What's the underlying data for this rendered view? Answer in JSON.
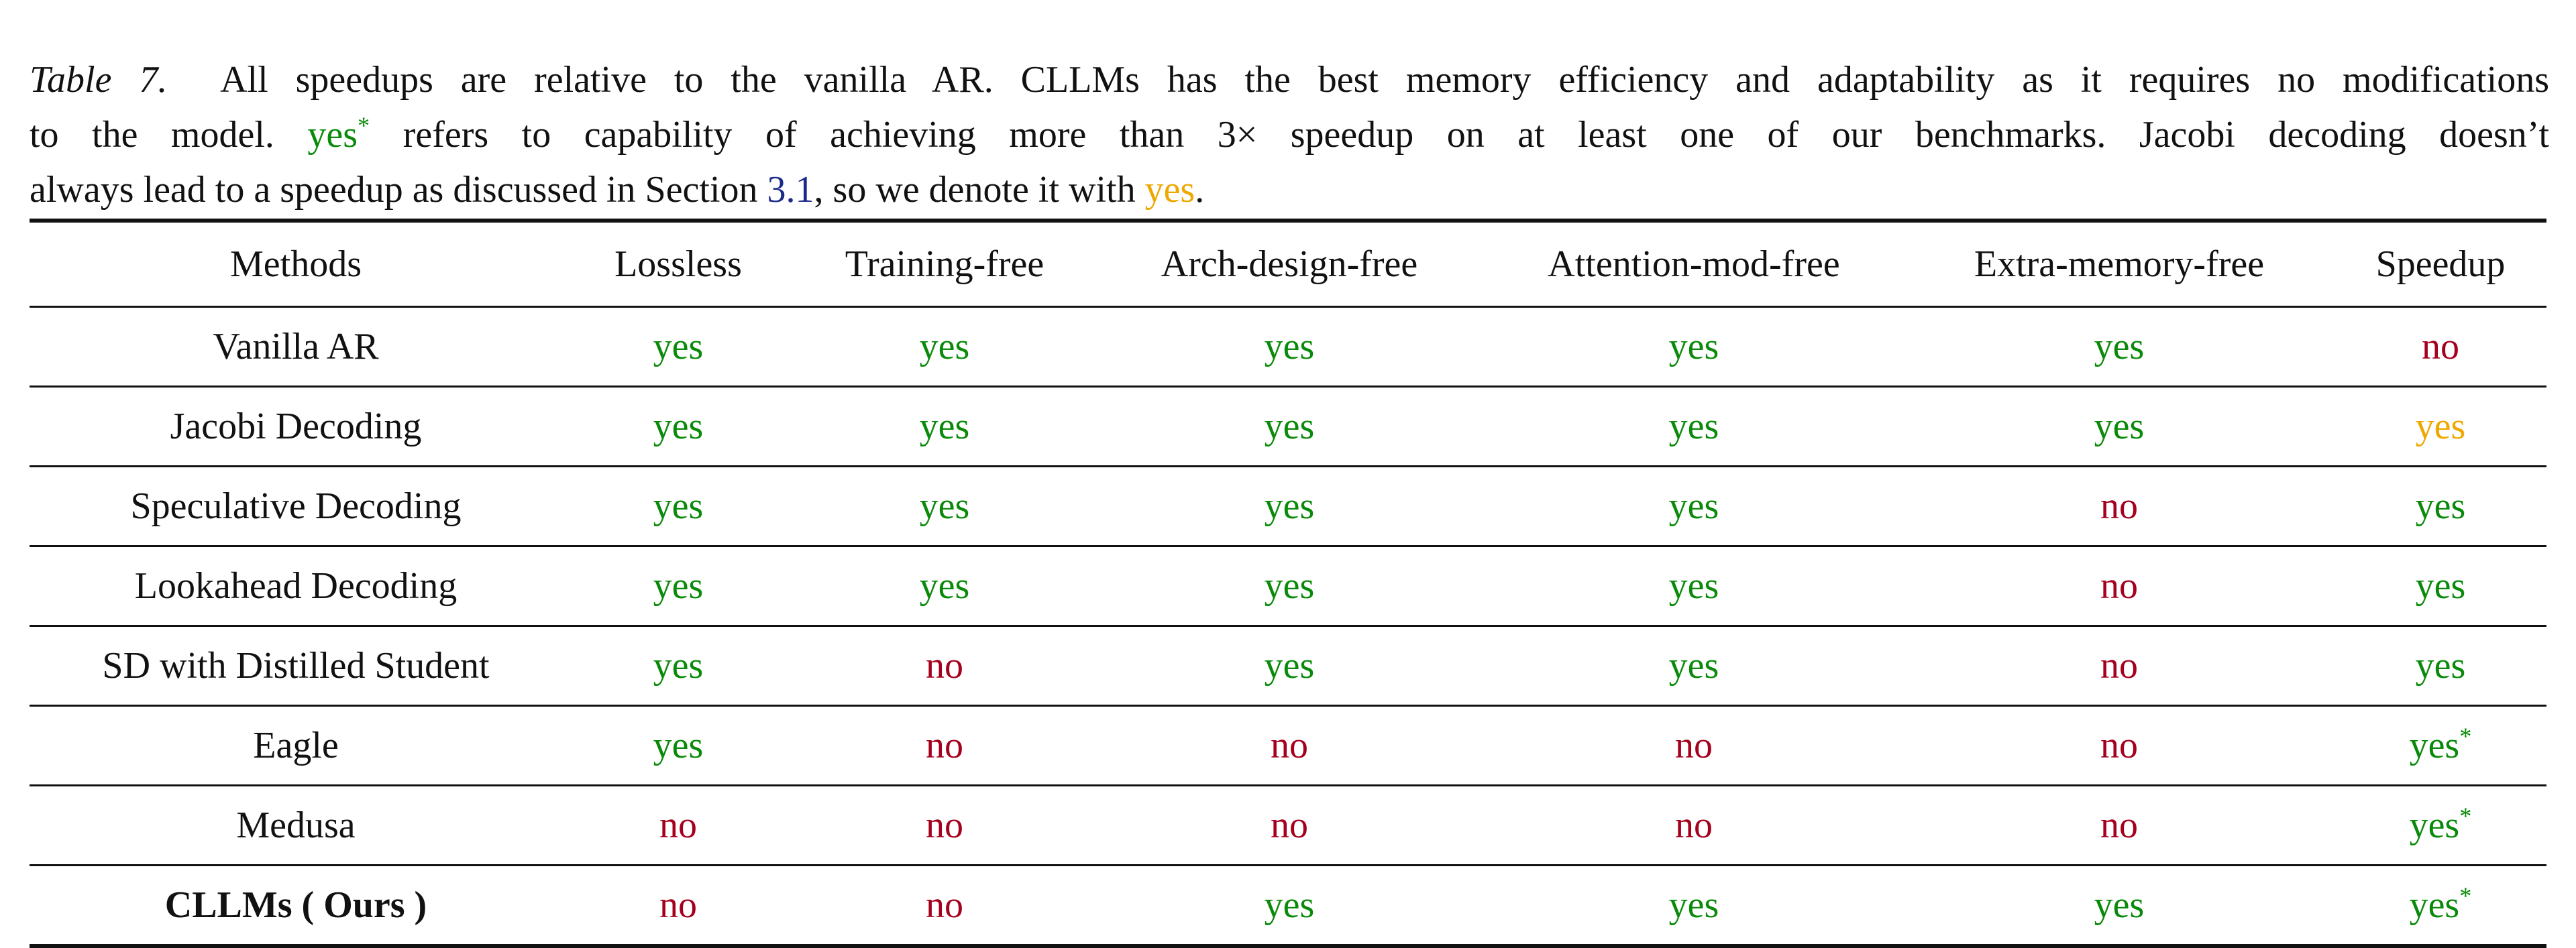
{
  "caption": {
    "label": "Table 7.",
    "line1": "All speedups are relative to the vanilla AR. CLLMs has the best memory efficiency and adaptability as it requires no modifications",
    "line2_a": "to the model.",
    "line2_yes": "yes",
    "line2_star": "*",
    "line2_b": "refers to capability of achieving more than 3× speedup on at least one of our benchmarks. Jacobi decoding doesn’t",
    "line3_a": "always lead to a speedup as discussed in Section",
    "line3_link": "3.1",
    "line3_b": ", so we denote it with",
    "line3_yes": "yes",
    "line3_c": "."
  },
  "colors": {
    "yes": "#0a8a0a",
    "no": "#a5001e",
    "partial": "#eea800",
    "link": "#1c2a8a"
  },
  "table": {
    "headers": [
      "Methods",
      "Lossless",
      "Training-free",
      "Arch-design-free",
      "Attention-mod-free",
      "Extra-memory-free",
      "Speedup"
    ],
    "rows": [
      {
        "method": "Vanilla AR",
        "cells": [
          "yes",
          "yes",
          "yes",
          "yes",
          "yes",
          "no"
        ],
        "star": ""
      },
      {
        "method": "Jacobi Decoding",
        "cells": [
          "yes",
          "yes",
          "yes",
          "yes",
          "yes",
          "yes"
        ],
        "star": ""
      },
      {
        "method": "Speculative Decoding",
        "cells": [
          "yes",
          "yes",
          "yes",
          "yes",
          "no",
          "yes"
        ],
        "star": ""
      },
      {
        "method": "Lookahead Decoding",
        "cells": [
          "yes",
          "yes",
          "yes",
          "yes",
          "no",
          "yes"
        ],
        "star": ""
      },
      {
        "method": "SD with Distilled Student",
        "cells": [
          "yes",
          "no",
          "yes",
          "yes",
          "no",
          "yes"
        ],
        "star": ""
      },
      {
        "method": "Eagle",
        "cells": [
          "yes",
          "no",
          "no",
          "no",
          "no",
          "yes"
        ],
        "star": "*"
      },
      {
        "method": "Medusa",
        "cells": [
          "no",
          "no",
          "no",
          "no",
          "no",
          "yes"
        ],
        "star": "*"
      },
      {
        "method": "CLLMs ( Ours )",
        "cells": [
          "no",
          "no",
          "yes",
          "yes",
          "yes",
          "yes"
        ],
        "star": "*"
      }
    ]
  }
}
